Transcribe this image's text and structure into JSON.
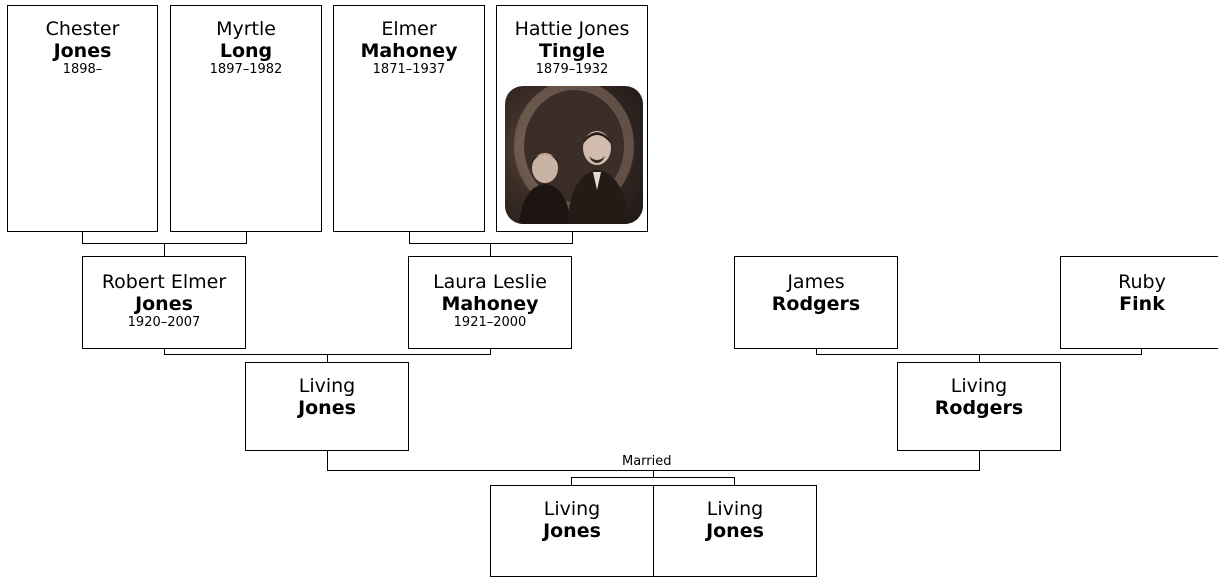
{
  "people": {
    "chester": {
      "given": "Chester",
      "surname": "Jones",
      "dates": "1898–"
    },
    "myrtle": {
      "given": "Myrtle",
      "surname": "Long",
      "dates": "1897–1982"
    },
    "elmer": {
      "given": "Elmer",
      "surname": "Mahoney",
      "dates": "1871–1937"
    },
    "hattie": {
      "given": "Hattie Jones",
      "surname": "Tingle",
      "dates": "1879–1932"
    },
    "robert": {
      "given": "Robert Elmer",
      "surname": "Jones",
      "dates": "1920–2007"
    },
    "laura": {
      "given": "Laura Leslie",
      "surname": "Mahoney",
      "dates": "1921–2000"
    },
    "james": {
      "given": "James",
      "surname": "Rodgers"
    },
    "ruby": {
      "given": "Ruby",
      "surname": "Fink"
    },
    "living_jones": {
      "given": "Living",
      "surname": "Jones"
    },
    "living_rodgers": {
      "given": "Living",
      "surname": "Rodgers"
    },
    "child1": {
      "given": "Living",
      "surname": "Jones"
    },
    "child2": {
      "given": "Living",
      "surname": "Jones"
    }
  },
  "labels": {
    "married": "Married"
  }
}
